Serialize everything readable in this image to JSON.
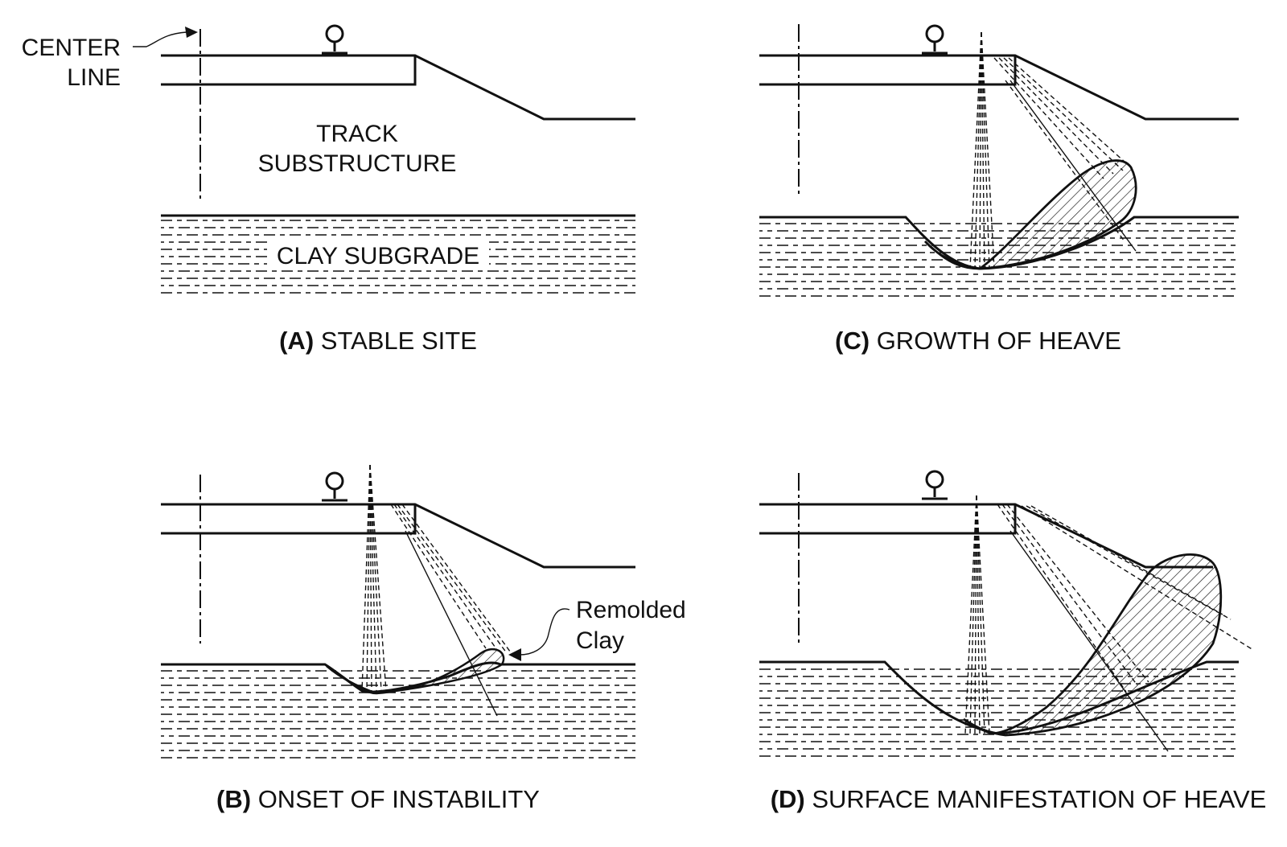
{
  "panels": {
    "a": {
      "caption_letter": "(A)",
      "caption_text": " STABLE SITE",
      "centerline_label_1": "CENTER",
      "centerline_label_2": "LINE",
      "track_label_1": "TRACK",
      "track_label_2": "SUBSTRUCTURE",
      "clay_label": "CLAY SUBGRADE"
    },
    "b": {
      "caption_letter": "(B)",
      "caption_text": " ONSET OF INSTABILITY",
      "remolded_label_1": "Remolded",
      "remolded_label_2": "Clay"
    },
    "c": {
      "caption_letter": "(C)",
      "caption_text": " GROWTH OF HEAVE"
    },
    "d": {
      "caption_letter": "(D)",
      "caption_text": " SURFACE MANIFESTATION OF HEAVE"
    }
  },
  "colors": {
    "ink": "#111111",
    "background": "#ffffff"
  },
  "icons": [
    "rail-icon"
  ]
}
